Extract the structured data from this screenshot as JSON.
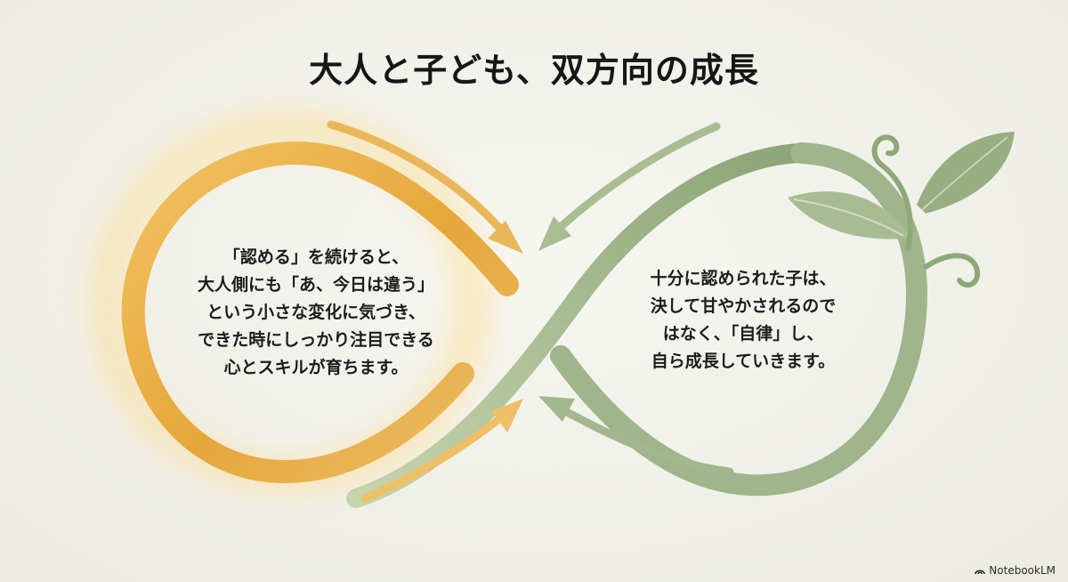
{
  "title": "大人と子ども、双方向の成長",
  "left_text": {
    "lines": [
      "「認める」を続けると、",
      "大人側にも「あ、今日は違う」",
      "という小さな変化に気づき、",
      "できた時にしっかり注目できる",
      "心とスキルが育ちます。"
    ]
  },
  "right_text": {
    "lines": [
      "十分に認められた子は、",
      "決して甘やかされるので",
      "はなく、「自律」し、",
      "自ら成長していきます。"
    ]
  },
  "brand": {
    "label": "NotebookLM",
    "icon": "notebooklm-logo-icon"
  },
  "colors": {
    "warm_loop": "#e6ae45",
    "warm_glow": "#fbd77a",
    "green_loop": "#9db48a",
    "green_dark": "#86a173",
    "leaf": "#95ad80",
    "text": "#1c1c1c"
  }
}
